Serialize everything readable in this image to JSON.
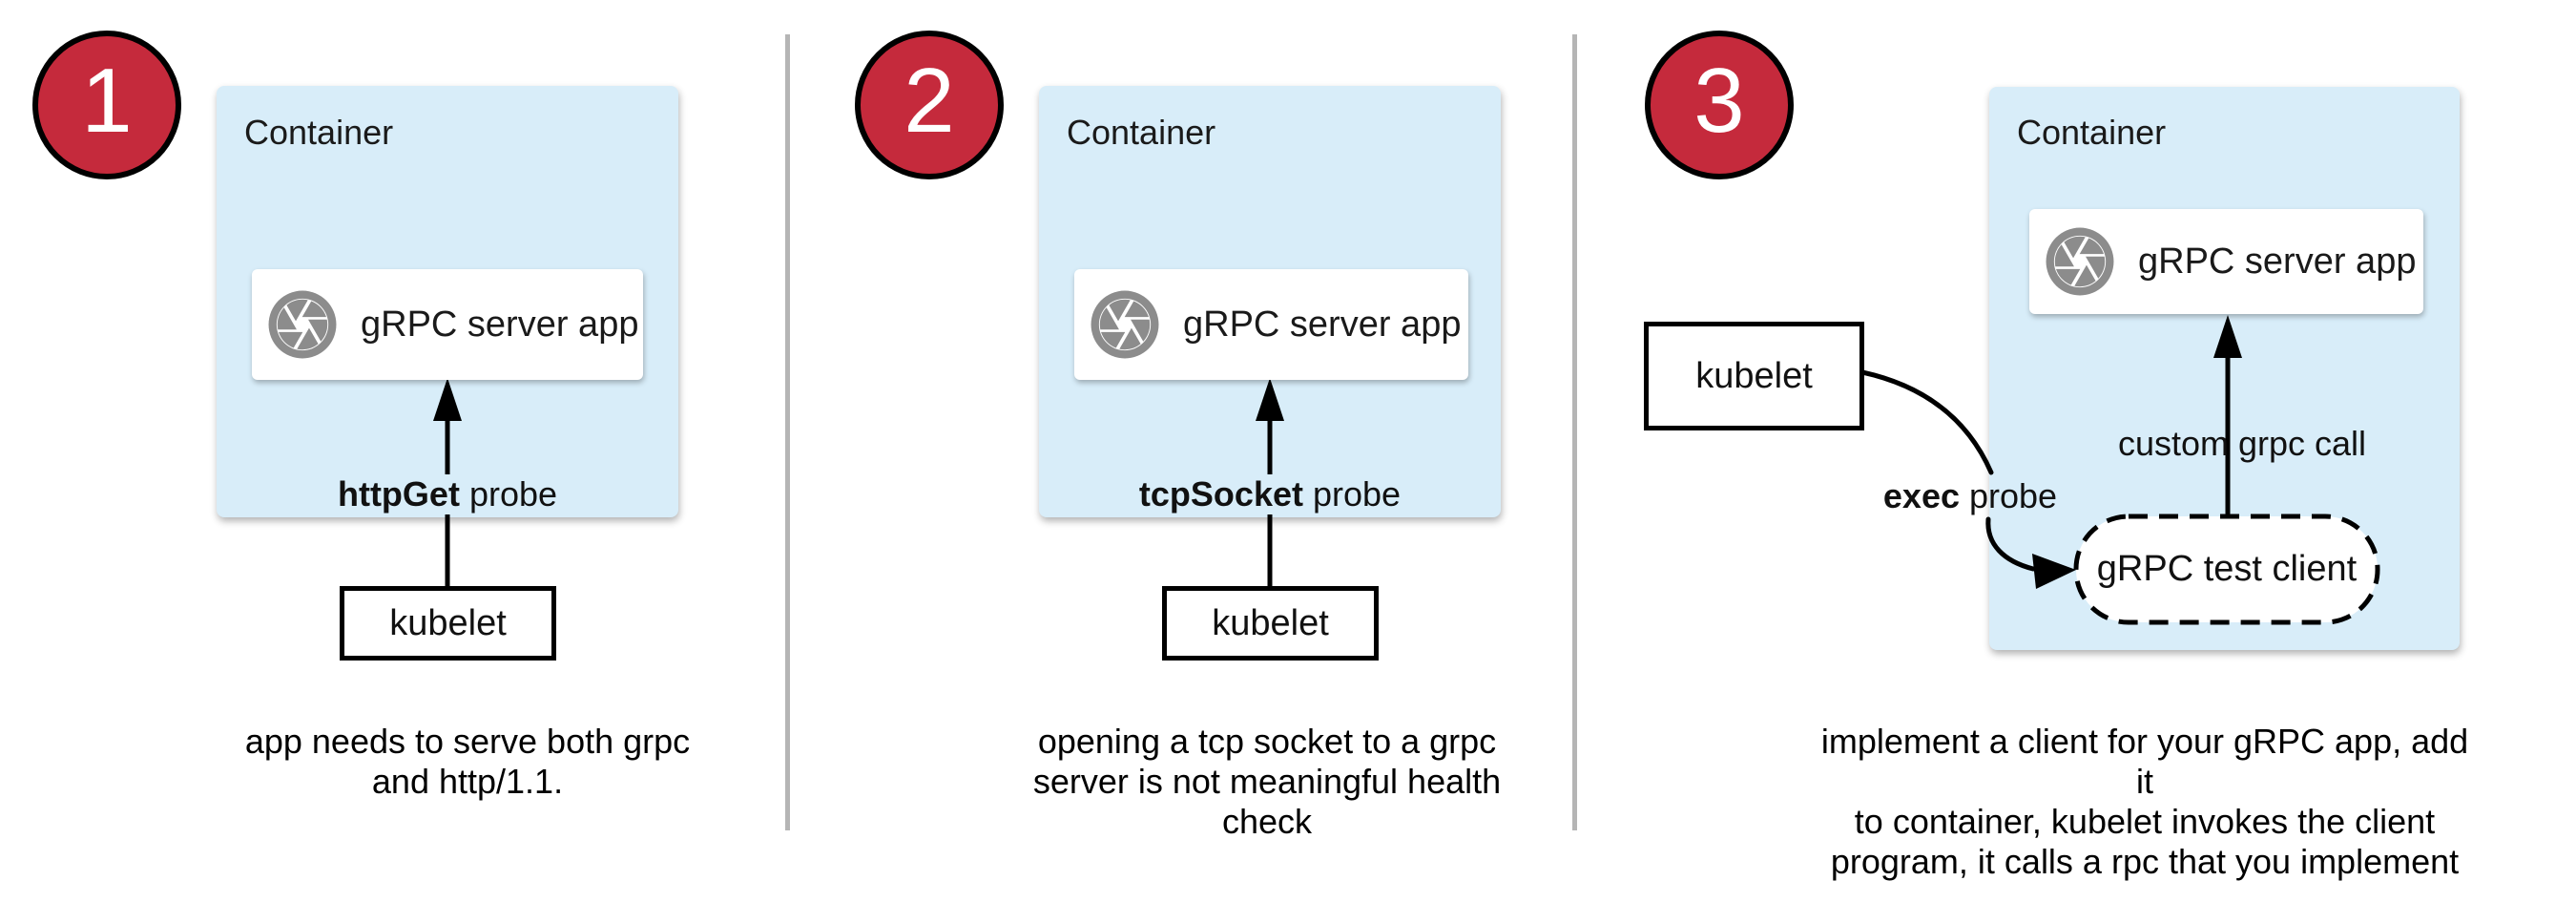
{
  "colors": {
    "container_fill": "#d8edf9",
    "badge_fill": "#c52a3c",
    "badge_border": "#000000",
    "icon_gray": "#8c8c8c",
    "divider": "#b5b5b5",
    "arrow": "#000000",
    "text": "#111111"
  },
  "panels": [
    {
      "number": "1",
      "container_label": "Container",
      "app_label": "gRPC server app",
      "app_icon": "camera-aperture-icon",
      "probe_bold": "httpGet",
      "probe_rest": " probe",
      "kubelet_label": "kubelet",
      "caption": "app needs to serve both grpc\nand http/1.1."
    },
    {
      "number": "2",
      "container_label": "Container",
      "app_label": "gRPC server app",
      "app_icon": "camera-aperture-icon",
      "probe_bold": "tcpSocket",
      "probe_rest": " probe",
      "kubelet_label": "kubelet",
      "caption": "opening a tcp socket to a grpc\nserver is not meaningful health\ncheck"
    },
    {
      "number": "3",
      "container_label": "Container",
      "app_label": "gRPC server app",
      "app_icon": "camera-aperture-icon",
      "probe_bold": "exec",
      "probe_rest": " probe",
      "kubelet_label": "kubelet",
      "arrow_label": "custom grpc call",
      "test_client_label": "gRPC test client",
      "caption": "implement a client for your gRPC app, add it\nto container, kubelet invokes the client\nprogram, it calls a rpc that you implement"
    }
  ]
}
